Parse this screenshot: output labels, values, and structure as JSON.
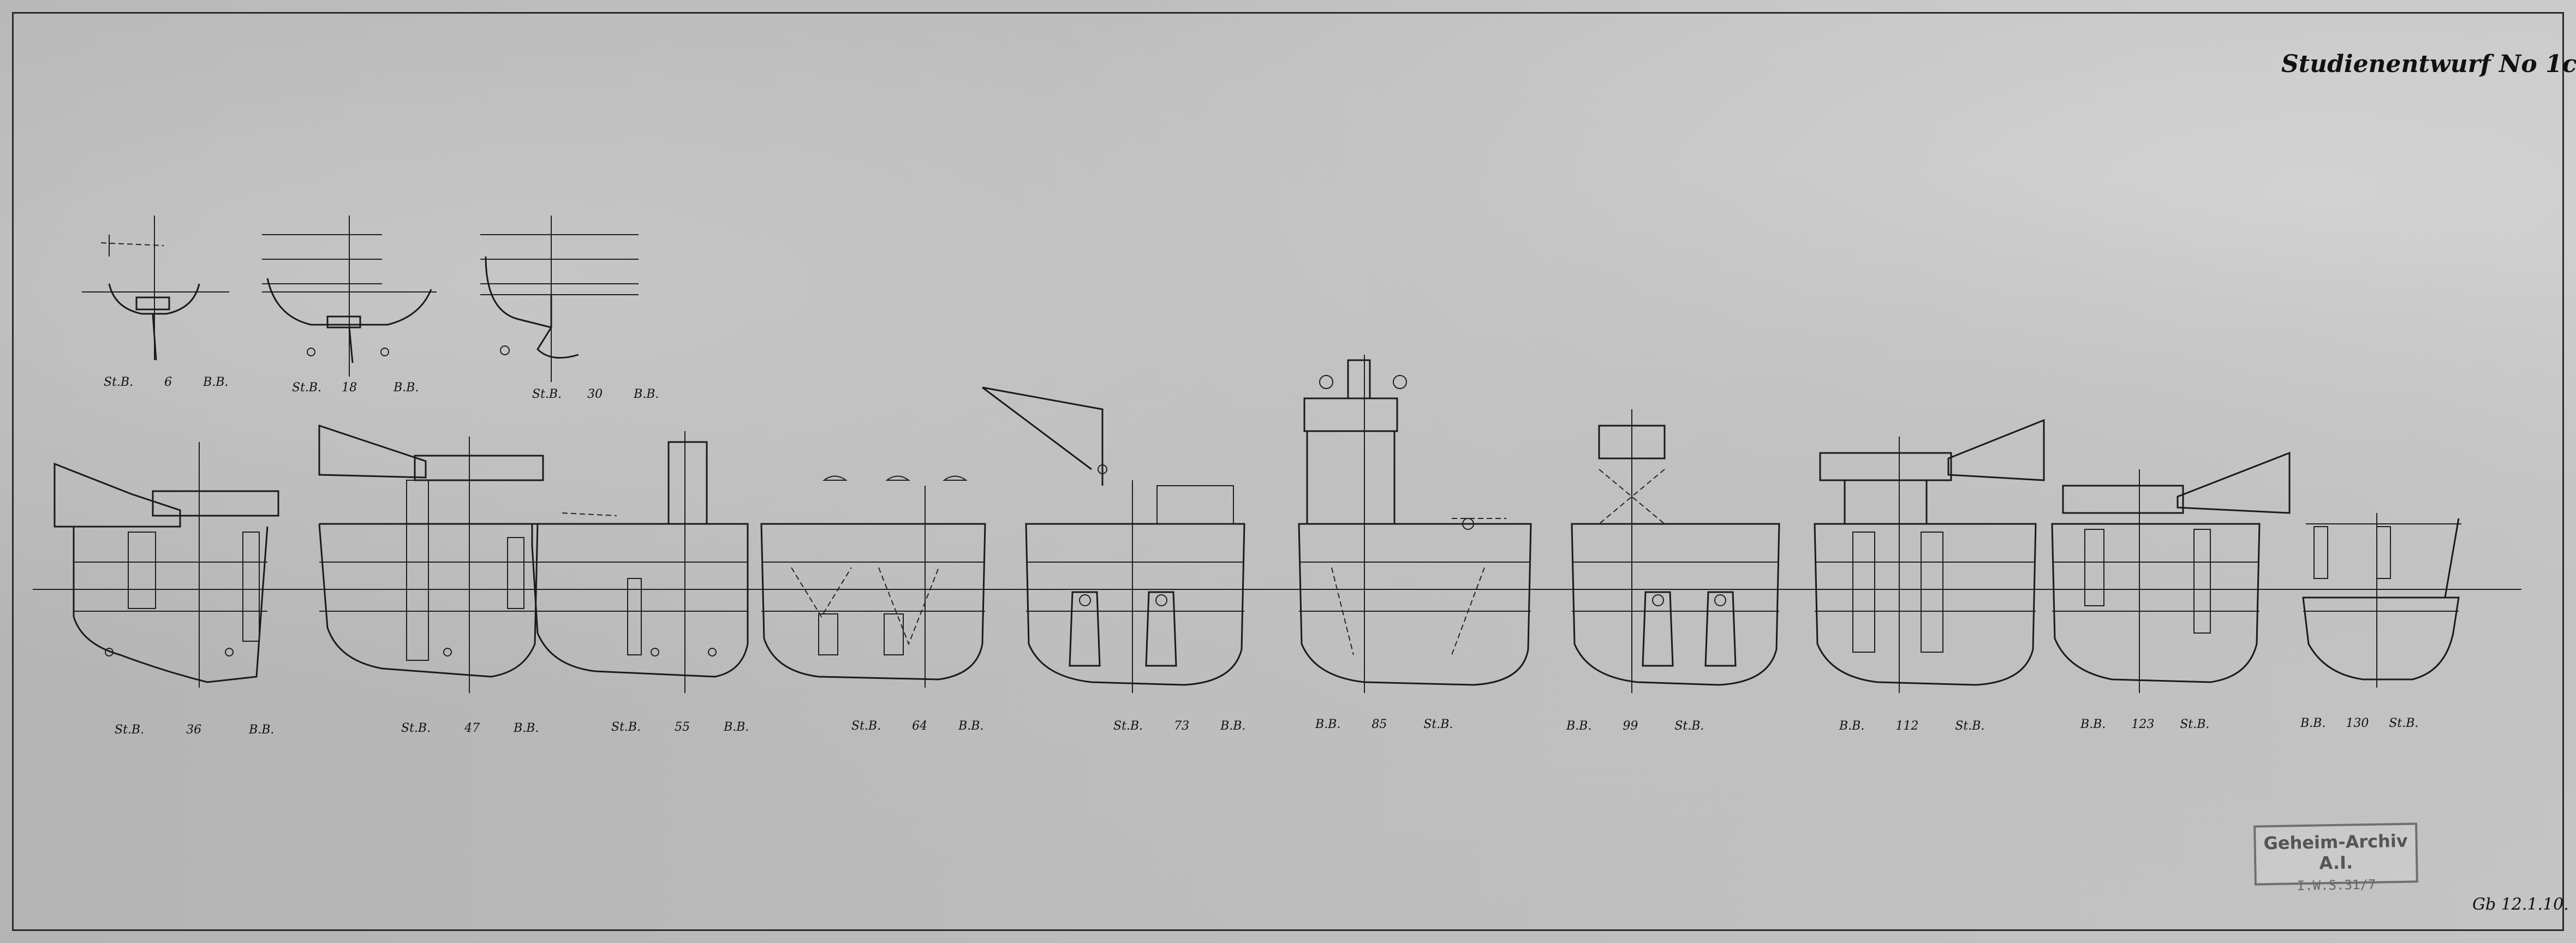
{
  "title": "Studienentwurf No 1c.",
  "stamp": {
    "line1": "Geheim-Archiv A.I.",
    "line2": "I.W.S.31/7"
  },
  "signature": "Gb 12.1.10.",
  "sections": [
    {
      "id": "s6",
      "left": "St.B.",
      "number": "6",
      "right": "B.B."
    },
    {
      "id": "s18",
      "left": "St.B.",
      "number": "18",
      "right": "B.B."
    },
    {
      "id": "s30",
      "left": "St.B.",
      "number": "30",
      "right": "B.B."
    },
    {
      "id": "s36",
      "left": "St.B.",
      "number": "36",
      "right": "B.B."
    },
    {
      "id": "s47",
      "left": "St.B.",
      "number": "47",
      "right": "B.B."
    },
    {
      "id": "s55",
      "left": "St.B.",
      "number": "55",
      "right": "B.B."
    },
    {
      "id": "s64",
      "left": "St.B.",
      "number": "64",
      "right": "B.B."
    },
    {
      "id": "s73",
      "left": "St.B.",
      "number": "73",
      "right": "B.B."
    },
    {
      "id": "s85",
      "left": "B.B.",
      "number": "85",
      "right": "St.B."
    },
    {
      "id": "s99",
      "left": "B.B.",
      "number": "99",
      "right": "St.B."
    },
    {
      "id": "s112",
      "left": "B.B.",
      "number": "112",
      "right": "St.B."
    },
    {
      "id": "s123",
      "left": "B.B.",
      "number": "123",
      "right": "St.B."
    },
    {
      "id": "s130",
      "left": "B.B.",
      "number": "130",
      "right": "St.B."
    }
  ]
}
